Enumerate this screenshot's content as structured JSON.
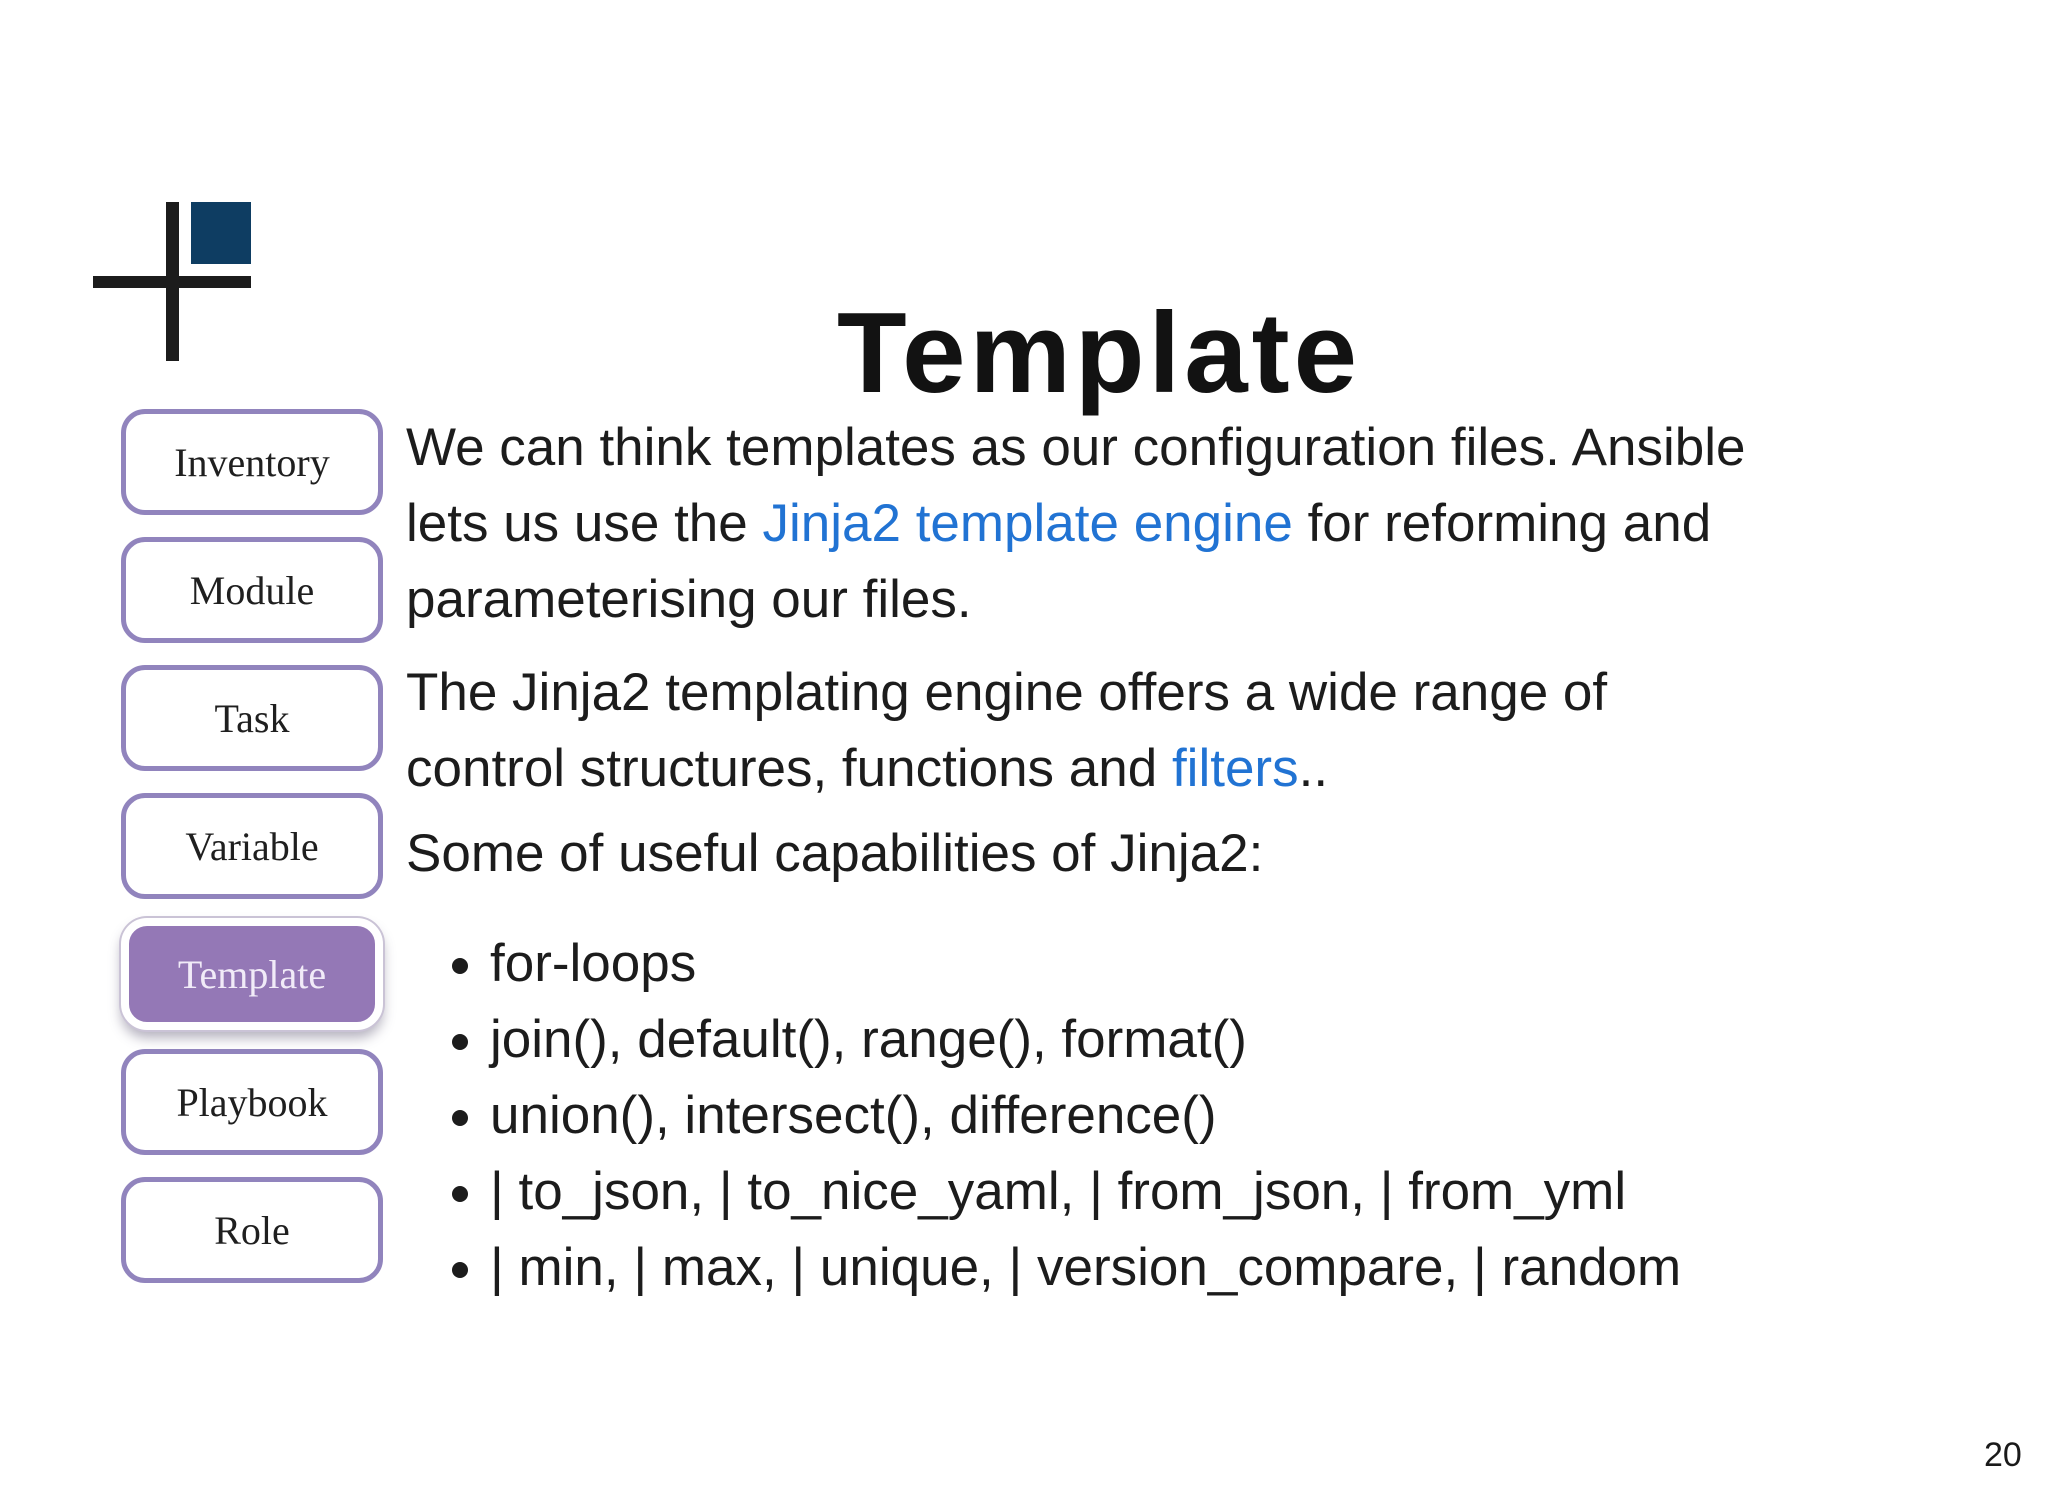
{
  "slide": {
    "title": "Template",
    "page_number": "20",
    "background_color": "#ffffff",
    "text_color": "#1c1c1c"
  },
  "logo": {
    "description": "cross-and-square-logo",
    "cross_color": "#1c1c1c",
    "square_color": "#0e3d62"
  },
  "sidebar": {
    "border_color": "#9184bd",
    "active_fill_color": "#9478b6",
    "items": [
      {
        "label": "Inventory",
        "active": false
      },
      {
        "label": "Module",
        "active": false
      },
      {
        "label": "Task",
        "active": false
      },
      {
        "label": "Variable",
        "active": false
      },
      {
        "label": "Template",
        "active": true
      },
      {
        "label": "Playbook",
        "active": false
      },
      {
        "label": "Role",
        "active": false
      }
    ]
  },
  "content": {
    "link_color": "#2173d3",
    "p1_line1": "We can think templates as our configuration files. Ansible",
    "p1_line2_before": "lets us use the ",
    "p1_line2_link": "Jinja2 template engine",
    "p1_line2_after": " for reforming and",
    "p1_line3": "parameterising our files.",
    "p2_line1": "The Jinja2 templating engine offers a wide range of",
    "p2_line2_before": "control structures, functions and ",
    "p2_line2_link": "filters",
    "p2_line2_after": "..",
    "p3": "Some of useful capabilities of Jinja2:",
    "bullets": [
      "for-loops",
      "join(), default(), range(), format()",
      "union(), intersect(), difference()",
      "| to_json, | to_nice_yaml, | from_json, | from_yml",
      "| min, | max, | unique, | version_compare, | random"
    ]
  }
}
